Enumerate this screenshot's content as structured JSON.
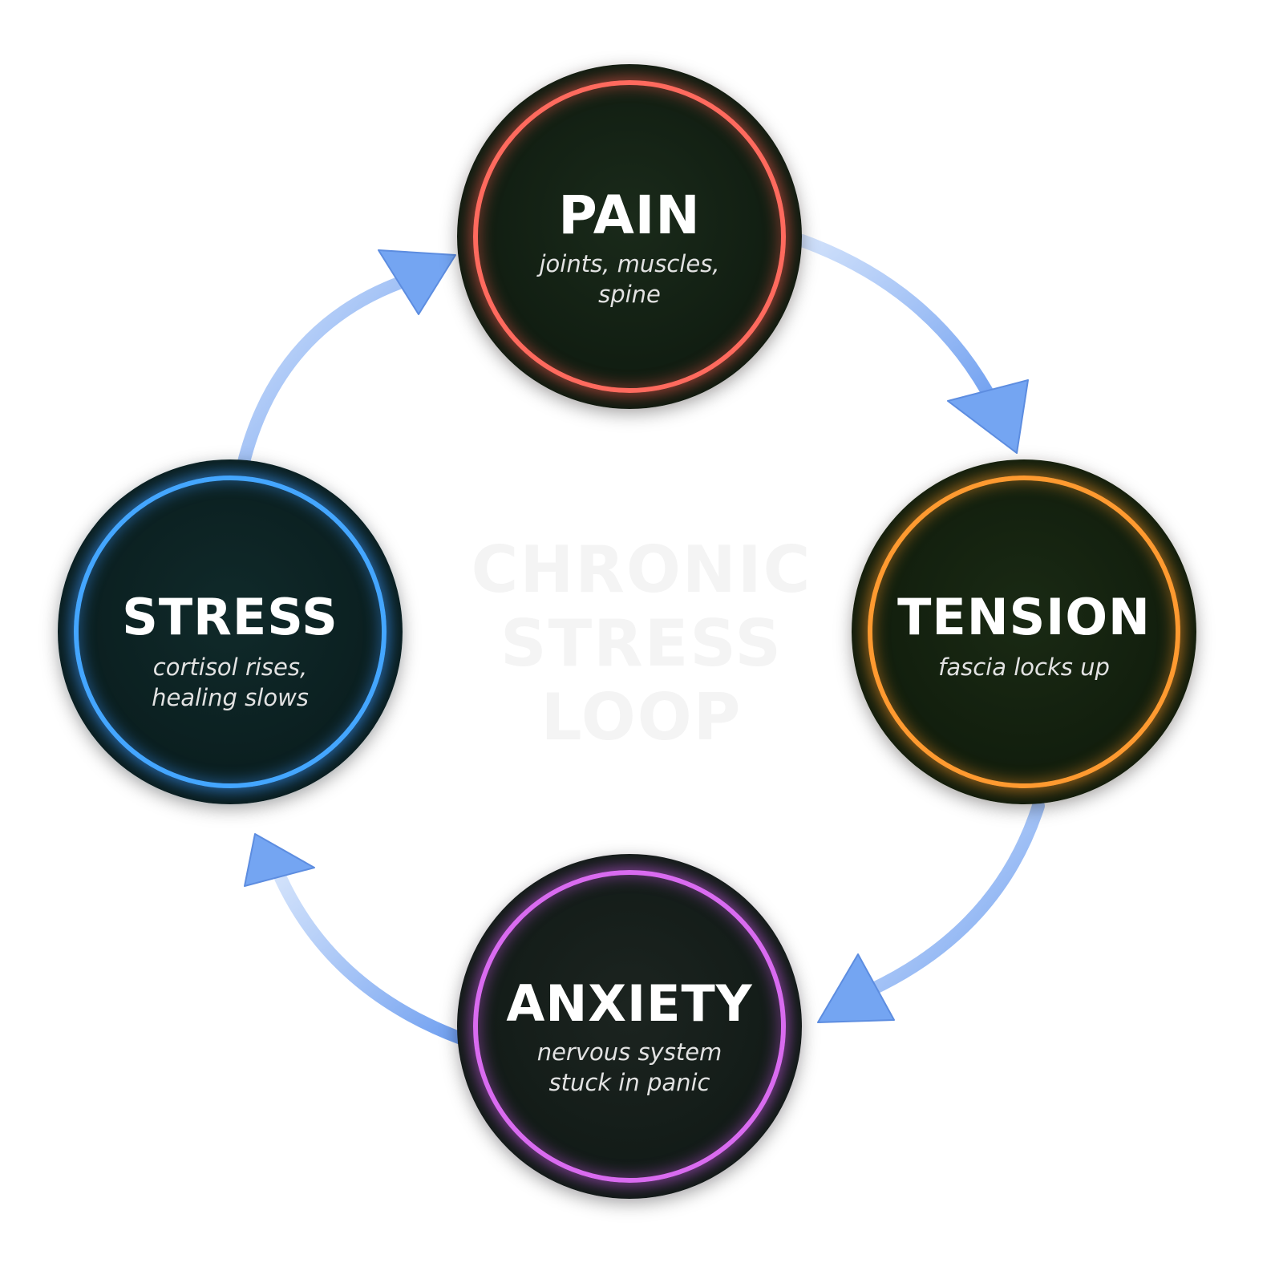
{
  "title": {
    "lines": [
      "CHRONIC",
      "STRESS",
      "LOOP"
    ]
  },
  "nodes": {
    "pain": {
      "label": "PAIN",
      "desc_lines": [
        "joints, muscles,",
        "spine"
      ],
      "color": "#ff6a5e"
    },
    "tension": {
      "label": "TENSION",
      "desc_lines": [
        "fascia locks up"
      ],
      "color": "#ff9a30"
    },
    "anxiety": {
      "label": "ANXIETY",
      "desc_lines": [
        "nervous system",
        "stuck in panic"
      ],
      "color": "#d96bf0"
    },
    "stress": {
      "label": "STRESS",
      "desc_lines": [
        "cortisol rises,",
        "healing slows"
      ],
      "color": "#44a6ff"
    }
  },
  "cycle_order": [
    "pain",
    "tension",
    "anxiety",
    "stress"
  ],
  "arrow_color": "#7fb2f5"
}
